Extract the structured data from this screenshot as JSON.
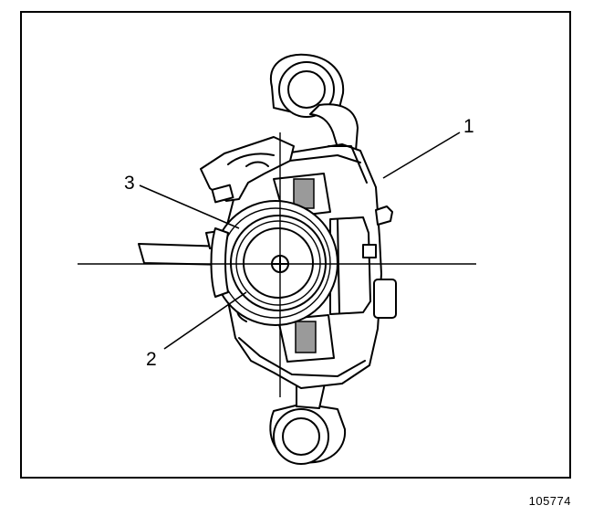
{
  "figure": {
    "callouts": [
      {
        "id": "1",
        "text": "1"
      },
      {
        "id": "2",
        "text": "2"
      },
      {
        "id": "3",
        "text": "3"
      }
    ],
    "figure_number": "105774"
  }
}
